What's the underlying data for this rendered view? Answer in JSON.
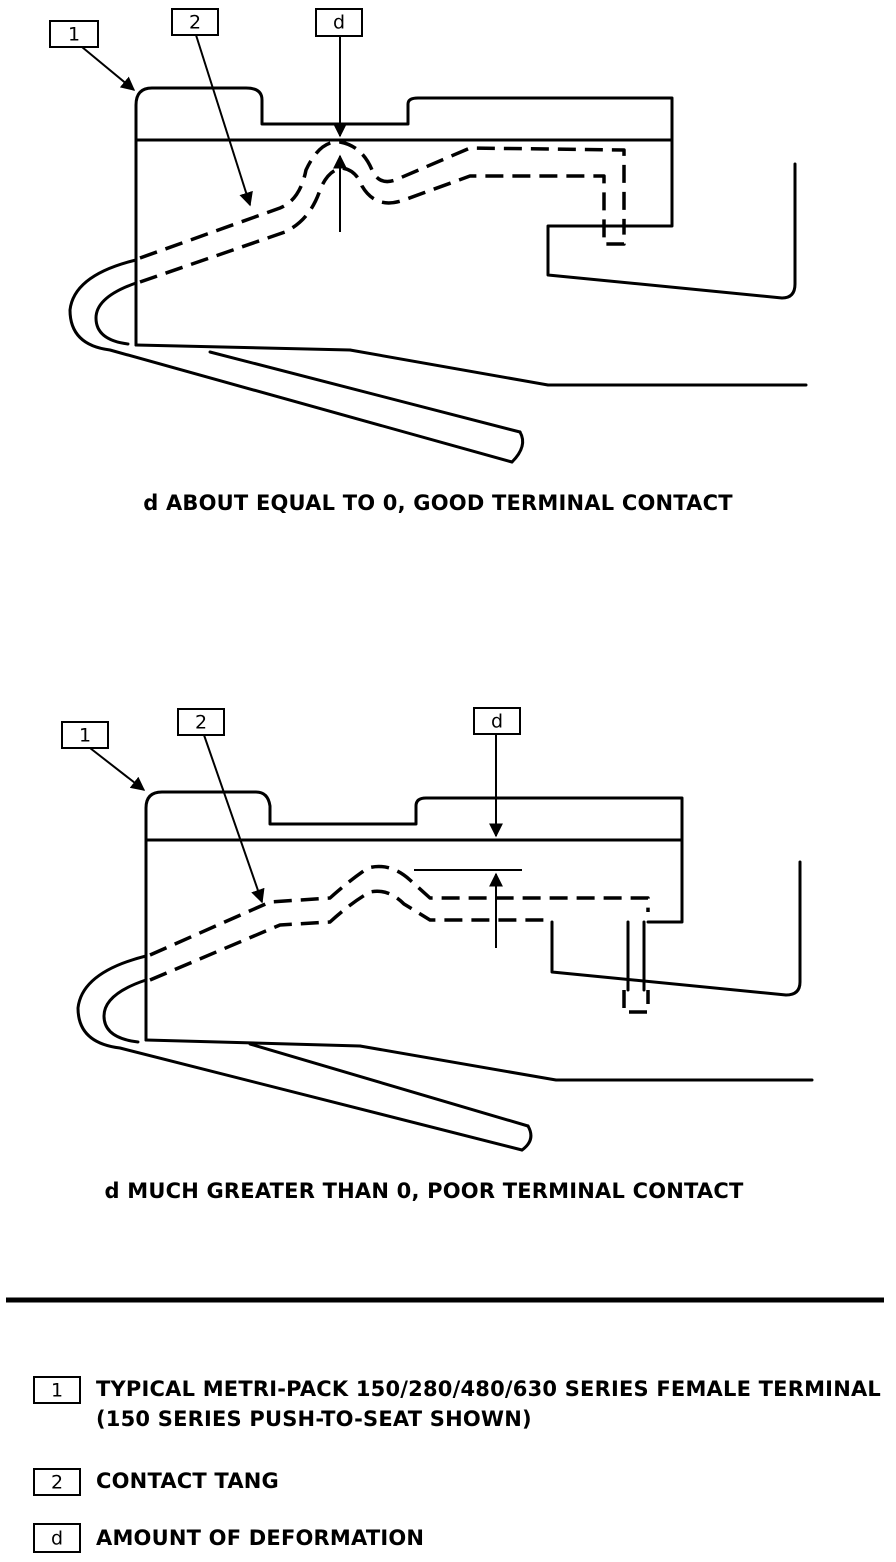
{
  "top_figure": {
    "callouts": [
      "1",
      "2",
      "d"
    ],
    "caption": "d ABOUT EQUAL TO 0, GOOD TERMINAL CONTACT"
  },
  "bottom_figure": {
    "callouts": [
      "1",
      "2",
      "d"
    ],
    "caption": "d MUCH GREATER THAN 0, POOR TERMINAL CONTACT"
  },
  "legend": {
    "items": [
      {
        "key": "1",
        "lines": [
          "TYPICAL METRI-PACK 150/280/480/630 SERIES FEMALE TERMINAL",
          "(150 SERIES PUSH-TO-SEAT SHOWN)"
        ]
      },
      {
        "key": "2",
        "lines": [
          "CONTACT TANG"
        ]
      },
      {
        "key": "d",
        "lines": [
          "AMOUNT OF DEFORMATION"
        ]
      }
    ]
  }
}
